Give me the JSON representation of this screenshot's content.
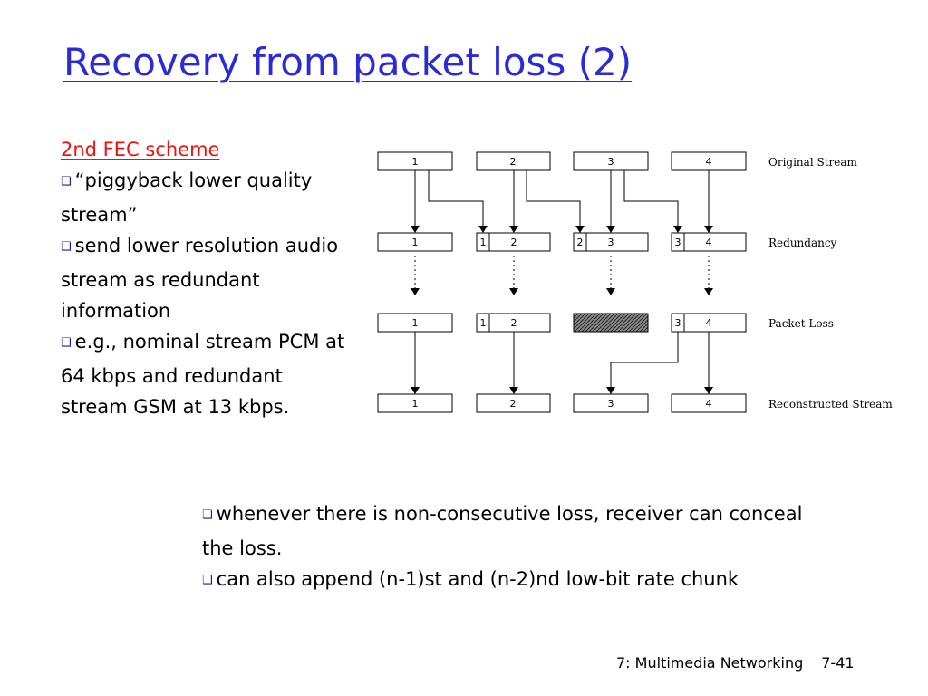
{
  "title": "Recovery from packet loss (2)",
  "left_panel": {
    "heading": "2nd FEC scheme",
    "bullets": [
      "“piggyback lower quality stream”",
      "send lower resolution audio stream as redundant information",
      "e.g., nominal stream PCM at 64 kbps and redundant stream GSM at 13 kbps."
    ]
  },
  "bottom_bullets": [
    "whenever there is non-consecutive loss, receiver can conceal the loss.",
    "can also append (n-1)st and (n-2)nd low-bit rate chunk"
  ],
  "diagram": {
    "row_labels": [
      "Original Stream",
      "Redundancy",
      "Packet Loss",
      "Reconstructed Stream"
    ],
    "original": [
      "1",
      "2",
      "3",
      "4"
    ],
    "redundancy": [
      {
        "main": "1",
        "redundant": ""
      },
      {
        "main": "2",
        "redundant": "1"
      },
      {
        "main": "3",
        "redundant": "2"
      },
      {
        "main": "4",
        "redundant": "3"
      }
    ],
    "packet_loss": [
      {
        "main": "1",
        "redundant": "",
        "lost": false
      },
      {
        "main": "2",
        "redundant": "1",
        "lost": false
      },
      {
        "main": "",
        "redundant": "",
        "lost": true
      },
      {
        "main": "4",
        "redundant": "3",
        "lost": false
      }
    ],
    "reconstructed": [
      "1",
      "2",
      "3",
      "4"
    ]
  },
  "footer": {
    "chapter": "7: Multimedia Networking",
    "page": "7-41"
  }
}
